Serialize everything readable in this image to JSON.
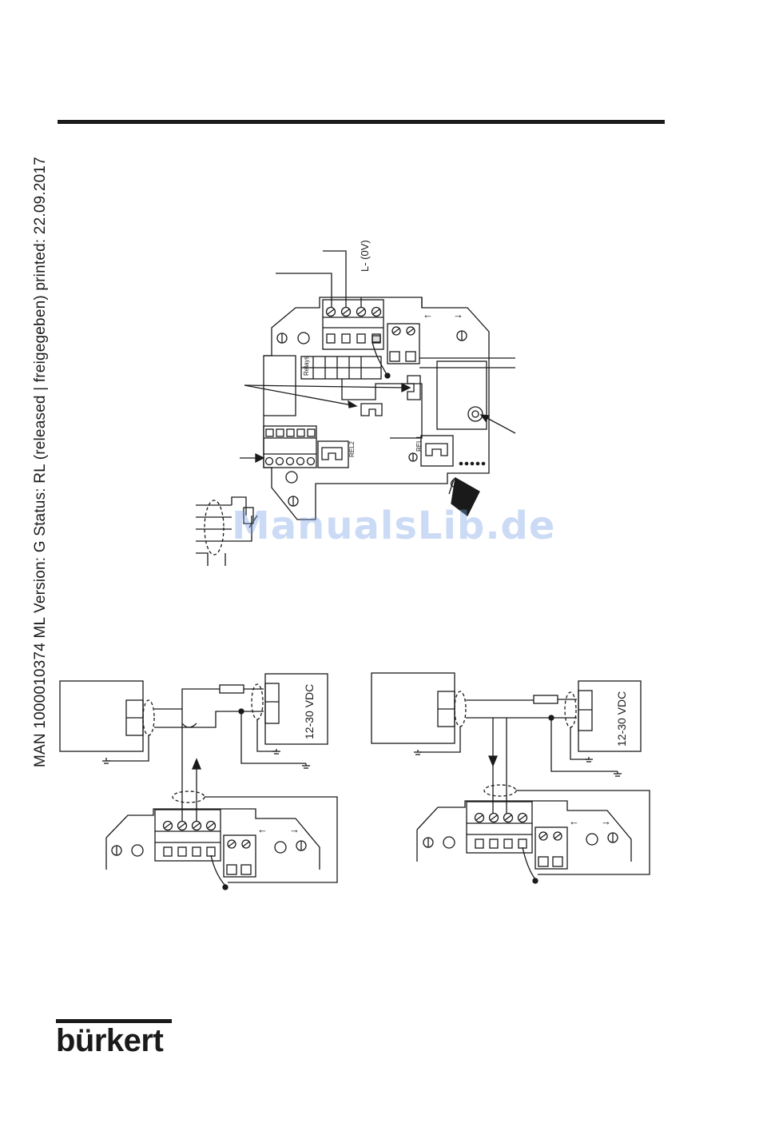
{
  "side_text": "MAN  1000010374  ML  Version: G Status: RL (released | freigegeben)  printed: 22.09.2017",
  "watermark": "ManualsLib.de",
  "logo": "bürkert",
  "diagram": {
    "l_minus_label": "L- (0V)",
    "relays_label": "Relays",
    "rel1_label": "REL1",
    "rel2_label": "REL2",
    "supply_left": "12-30 VDC",
    "supply_right": "12-30 VDC",
    "arrow_left": "←",
    "arrow_right": "→"
  }
}
